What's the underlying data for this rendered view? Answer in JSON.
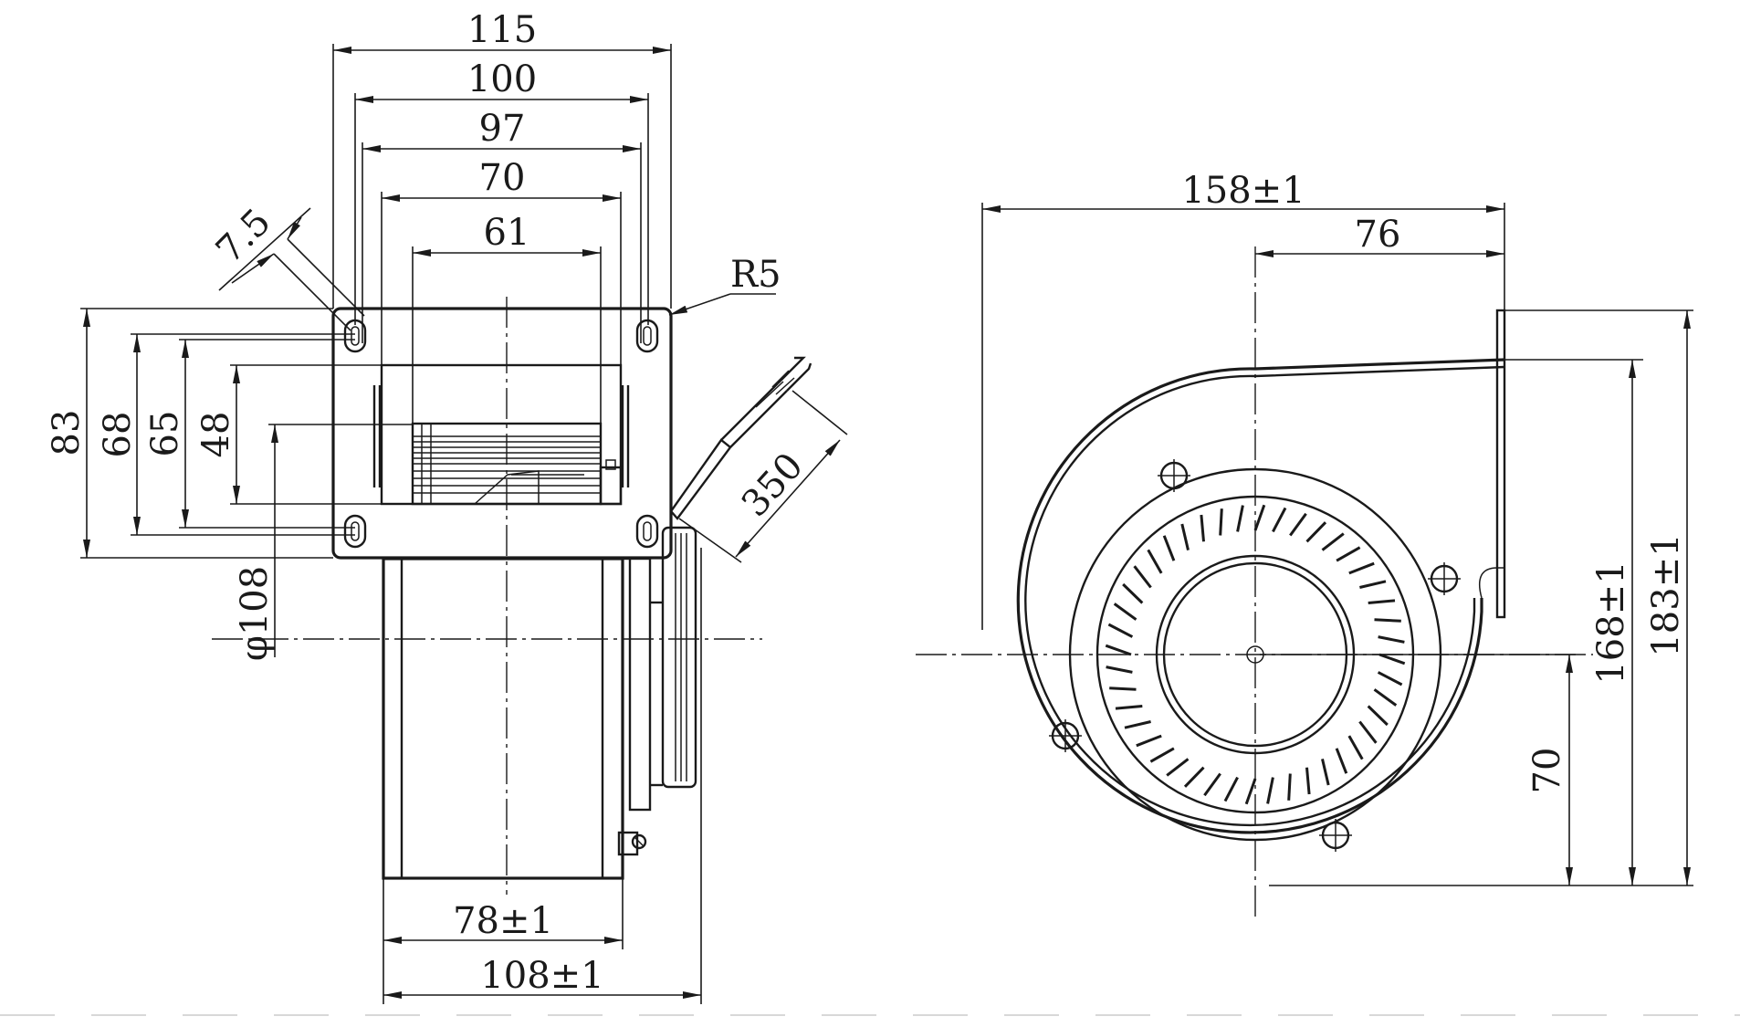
{
  "side_view": {
    "dims": {
      "w115": "115",
      "w100": "100",
      "w97": "97",
      "w70": "70",
      "w61": "61",
      "hole": "7.5",
      "radius": "R5",
      "h83": "83",
      "h68": "68",
      "h65": "65",
      "h48": "48",
      "dia": "φ108",
      "cable": "350",
      "w78": "78±1",
      "w108": "108±1"
    }
  },
  "front_view": {
    "dims": {
      "w158": "158±1",
      "w76": "76",
      "h168": "168±1",
      "h183": "183±1",
      "h70": "70"
    }
  }
}
